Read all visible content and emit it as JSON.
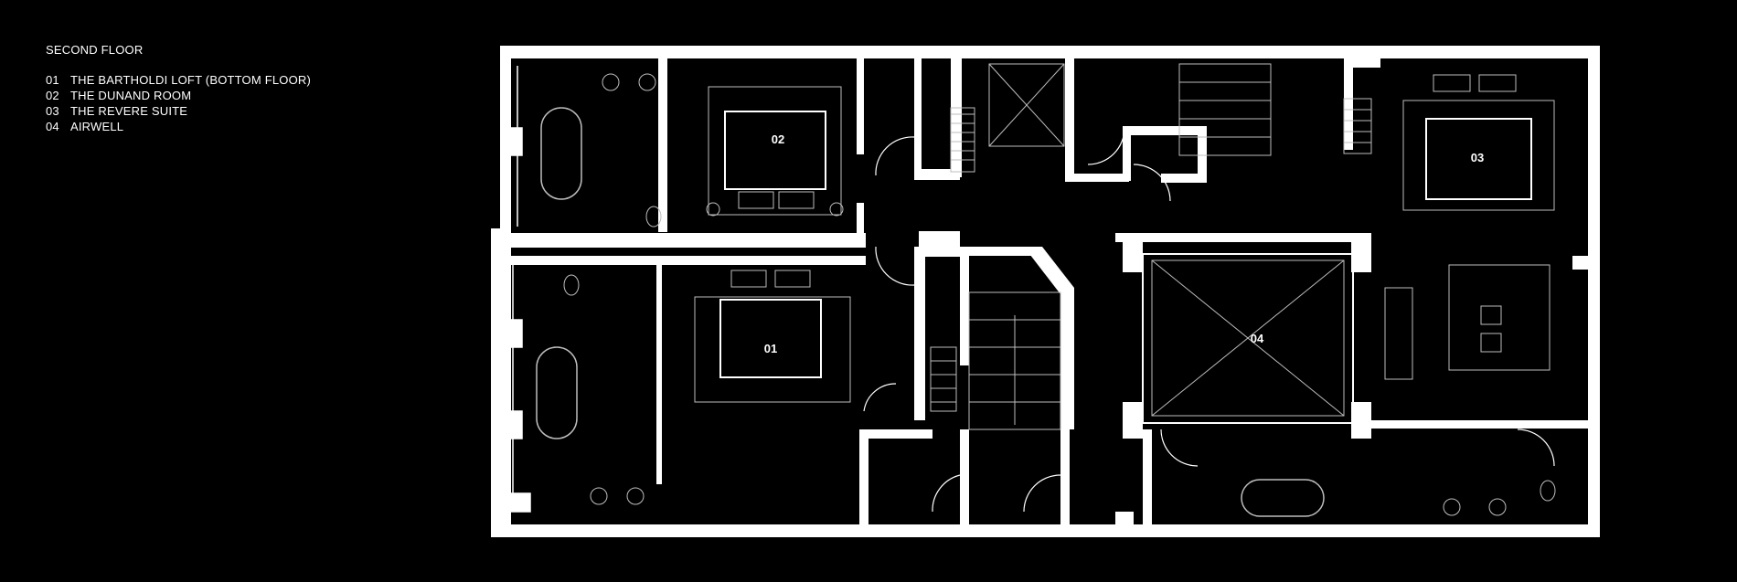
{
  "legend": {
    "title": "SECOND FLOOR",
    "items": [
      {
        "num": "01",
        "label": "THE BARTHOLDI LOFT (BOTTOM FLOOR)"
      },
      {
        "num": "02",
        "label": "THE DUNAND ROOM"
      },
      {
        "num": "03",
        "label": "THE REVERE SUITE"
      },
      {
        "num": "04",
        "label": "AIRWELL"
      }
    ]
  },
  "rooms": {
    "r01": "01",
    "r02": "02",
    "r03": "03",
    "r04": "04"
  },
  "colors": {
    "background": "#000000",
    "walls": "#ffffff",
    "fixtures": "#bdbdbd"
  }
}
